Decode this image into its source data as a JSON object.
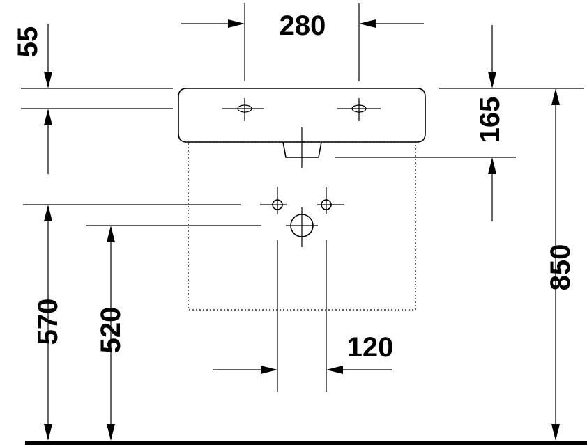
{
  "dimensions": {
    "tap_spacing": "280",
    "basin_thickness": "55",
    "drain_depth": "165",
    "total_height": "850",
    "supply_height": "570",
    "drain_height": "520",
    "supply_spacing": "120"
  }
}
